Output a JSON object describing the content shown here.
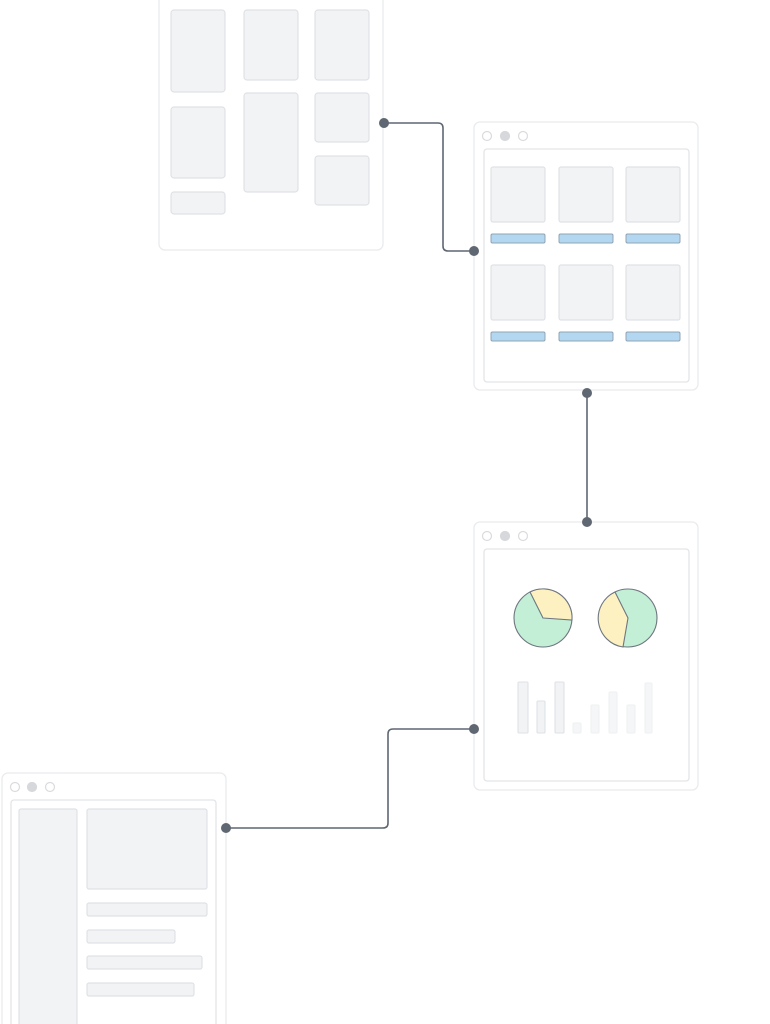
{
  "diagram": {
    "screens": [
      {
        "id": "masonry-gallery"
      },
      {
        "id": "product-grid"
      },
      {
        "id": "analytics-dashboard"
      },
      {
        "id": "article-page"
      }
    ],
    "connections": [
      {
        "from": "masonry-gallery",
        "to": "product-grid"
      },
      {
        "from": "product-grid",
        "to": "analytics-dashboard"
      },
      {
        "from": "analytics-dashboard",
        "to": "article-page"
      }
    ],
    "colors": {
      "connector": "#5f6772",
      "placeholder_fill": "#f1f3f5",
      "button_fill": "#b3d7f0",
      "pie_green": "#c3efd6",
      "pie_yellow": "#fdf1c2"
    }
  }
}
